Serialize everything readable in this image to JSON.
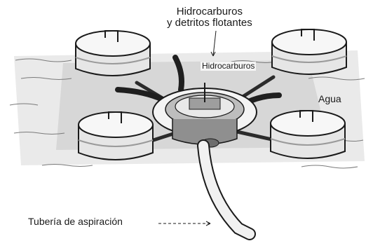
{
  "labels": {
    "floating_debris_line1": "Hidrocarburos",
    "floating_debris_line2": "y detritos flotantes",
    "inner_hydrocarbons": "Hidrocarburos",
    "water": "Agua",
    "suction_pipe": "Tubería de aspiración"
  },
  "colors": {
    "ink": "#1a1a1a",
    "water_shade": "#cfcfcf",
    "float_fill": "#e6e6e6",
    "float_shadow": "#9a9a9a",
    "hose_dark": "#2b2b2b"
  }
}
